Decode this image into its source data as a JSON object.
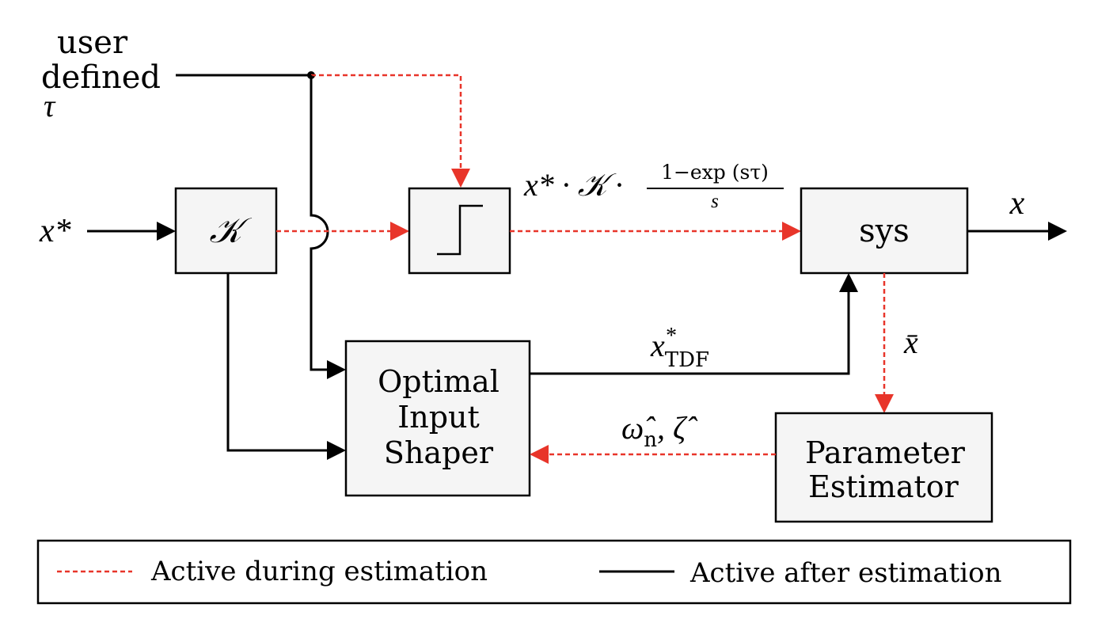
{
  "inputs": {
    "tau_line1": "user",
    "tau_line2": "defined",
    "tau_symbol": "τ",
    "reference": "x*"
  },
  "blocks": {
    "gain": "𝒦",
    "plant": "sys",
    "shaper_line1": "Optimal",
    "shaper_line2": "Input",
    "shaper_line3": "Shaper",
    "estimator_line1": "Parameter",
    "estimator_line2": "Estimator"
  },
  "signals": {
    "step_signal_main": "x* · 𝒦 ·",
    "step_signal_num": "1−exp (sτ)",
    "step_signal_den": "s",
    "output": "x",
    "tdf_base": "x",
    "tdf_sup": "*",
    "tdf_sub": "TDF",
    "measured": "x̄",
    "estimates": "ω̂",
    "estimates_sub": "n",
    "estimates_zeta": ", ζ̂"
  },
  "legend": {
    "estimation_label": "Active during estimation",
    "after_label": "Active after estimation",
    "colors": {
      "estimation": "#e8352a",
      "after": "#000000"
    }
  }
}
